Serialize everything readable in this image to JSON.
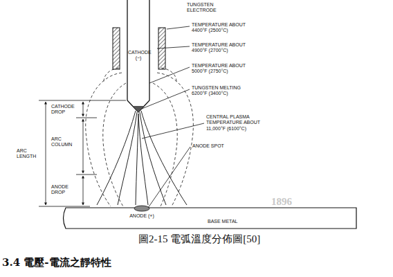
{
  "diagram": {
    "caption": "圖2-15 電弧溫度分佈圖[50]",
    "labels": [
      "TUNGSTEN ELECTRODE",
      "TEMPERATURE ABOUT 4400°F (2500°C)",
      "TEMPERATURE ABOUT 4900°F (2700°C)",
      "TEMPERATURE ABOUT 5000°F (2750°C)",
      "TUNGSTEN MELTING 6200°F (3400°C)",
      "CENTRAL PLASMA TEMPERATURE ABOUT 11,000°F (6100°C)",
      "ANODE SPOT",
      "CATHODE (−)",
      "CATHODE DROP",
      "ARC COLUMN",
      "ARC LENGTH",
      "ANODE DROP",
      "ANODE (+)",
      "BASE METAL",
      "1896",
      "3.4 電壓-電流之靜特性"
    ]
  }
}
